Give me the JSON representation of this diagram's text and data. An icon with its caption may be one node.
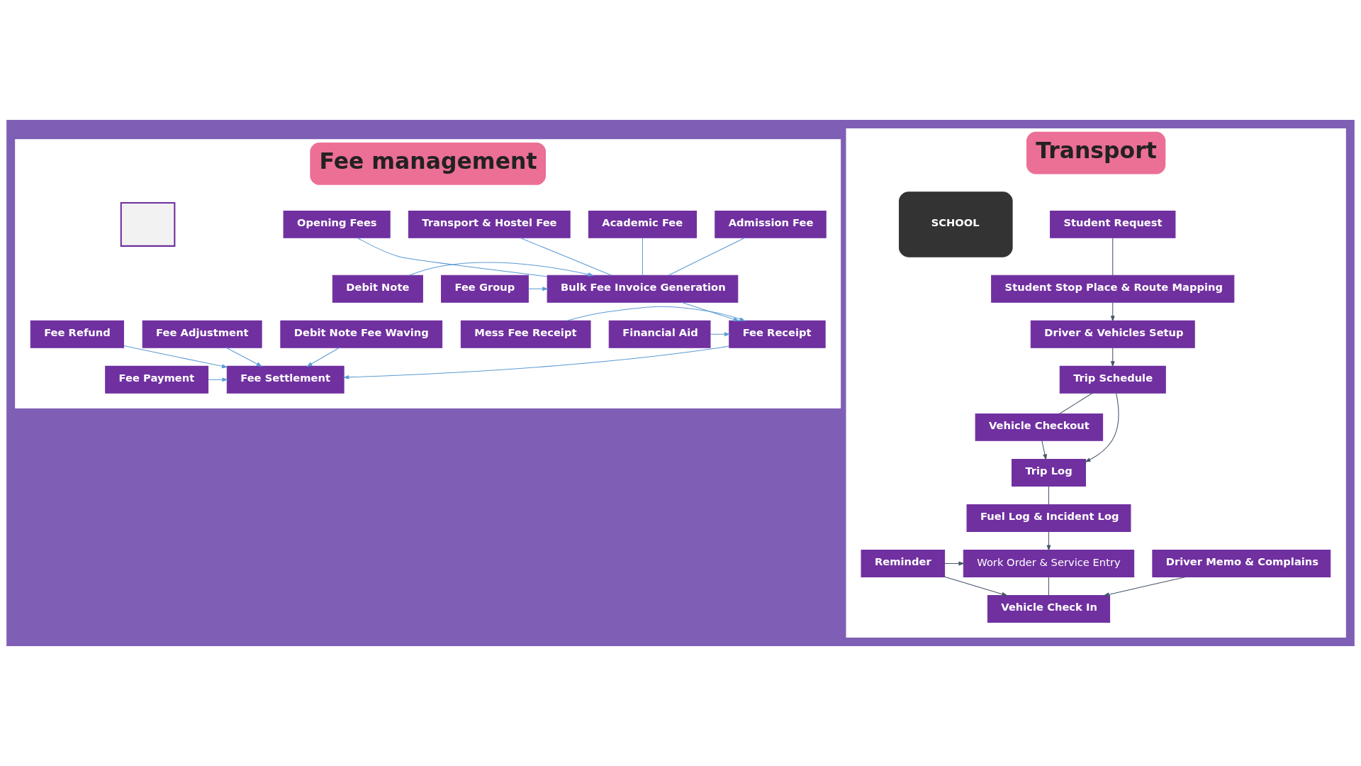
{
  "diagram": {
    "nodes": [
      {
        "text": [
          "Fee management"
        ]
      },
      {
        "text": [
          "Admission Fee"
        ],
        "in": 0
      },
      {
        "text": [
          "Academic Fee"
        ],
        "in": 0
      },
      {
        "text": [
          "Transport & Hostel Fee"
        ],
        "in": 0
      },
      {
        "text": [
          "Opening Fees"
        ],
        "in": 0
      },
      {
        "text": [
          "Fee Group"
        ],
        "in": 0
      },
      {
        "text": [
          "Bulk Fee Invoice Generation"
        ],
        "in": 0
      },
      {
        "text": [
          "Debit Note"
        ],
        "in": 0
      },
      {
        "text": [
          "Financial Aid"
        ],
        "in": 0
      },
      {
        "text": [
          "Fee Receipt"
        ],
        "in": 0
      },
      {
        "text": [
          "Mess Fee Receipt"
        ],
        "in": 0
      },
      {
        "text": [],
        "shape": "box",
        "in": 0
      },
      {
        "text": [
          "Fee Settlement"
        ],
        "in": 0
      },
      {
        "text": [
          "Fee Payment"
        ],
        "in": 0
      },
      {
        "text": [
          "Debit Note Fee Waving"
        ],
        "in": 0
      },
      {
        "text": [
          "Fee Adjustment"
        ],
        "in": 0
      },
      {
        "text": [
          "Fee Refund"
        ],
        "in": 0
      },
      {
        "text": [
          "Transport"
        ]
      },
      {
        "text": [
          "Student Request"
        ],
        "in": 17
      },
      {
        "text": [
          "SCHOOL"
        ],
        "in": 17
      },
      {
        "text": [
          "Student Stop Place & Route Mapping"
        ],
        "in": 17
      },
      {
        "text": [
          "Driver & Vehicles Setup"
        ],
        "in": 17
      },
      {
        "text": [
          "Trip Schedule"
        ],
        "in": 17
      },
      {
        "text": [
          "Vehicle Checkout"
        ],
        "in": 17
      },
      {
        "text": [
          "Trip Log"
        ],
        "in": 17
      },
      {
        "text": [
          "Fuel Log & Incident Log"
        ],
        "in": 17
      },
      {
        "text": [
          "Driver Memo & Complains"
        ],
        "in": 17
      },
      {
        "text": [
          "Work Order & Service Entry"
        ],
        "in": 17
      },
      {
        "text": [
          "Reminder"
        ],
        "in": 17
      },
      {
        "text": [
          "Vehicle Check In"
        ],
        "in": 17
      }
    ],
    "edges": [
      {
        "from": 1,
        "to": 6,
        "arrow": "none"
      },
      {
        "from": 2,
        "to": 6,
        "arrow": "none"
      },
      {
        "from": 3,
        "to": 6,
        "arrow": "none"
      },
      {
        "from": 4,
        "to": 6,
        "arrow": "none"
      },
      {
        "from": 5,
        "to": 6,
        "arrow": "to"
      },
      {
        "from": 7,
        "to": 6,
        "arrow": "to"
      },
      {
        "from": 6,
        "to": 9,
        "arrow": "to"
      },
      {
        "from": 8,
        "to": 9,
        "arrow": "to"
      },
      {
        "from": 10,
        "to": 9,
        "arrow": "to"
      },
      {
        "from": 9,
        "to": 12,
        "arrow": "to"
      },
      {
        "from": 13,
        "to": 12,
        "arrow": "to"
      },
      {
        "from": 14,
        "to": 12,
        "arrow": "to"
      },
      {
        "from": 15,
        "to": 12,
        "arrow": "to"
      },
      {
        "from": 16,
        "to": 12,
        "arrow": "to"
      },
      {
        "from": 18,
        "to": 20,
        "arrow": "none",
        "color": "#44546a"
      },
      {
        "from": 20,
        "to": 21,
        "arrow": "to",
        "color": "#44546a"
      },
      {
        "from": 21,
        "to": 22,
        "arrow": "to",
        "color": "#44546a"
      },
      {
        "from": 22,
        "to": 23,
        "arrow": "none",
        "color": "#44546a"
      },
      {
        "from": 23,
        "to": 24,
        "arrow": "to",
        "color": "#44546a"
      },
      {
        "from": 22,
        "to": 24,
        "arrow": "to",
        "color": "#44546a"
      },
      {
        "from": 24,
        "to": 25,
        "arrow": "none",
        "color": "#44546a"
      },
      {
        "from": 25,
        "to": 27,
        "arrow": "to",
        "color": "#44546a"
      },
      {
        "from": 28,
        "to": 27,
        "arrow": "to",
        "color": "#44546a"
      },
      {
        "from": 27,
        "to": 29,
        "arrow": "none",
        "color": "#44546a"
      },
      {
        "from": 26,
        "to": 29,
        "arrow": "to",
        "color": "#44546a"
      },
      {
        "from": 28,
        "to": 29,
        "arrow": "to",
        "color": "#44546a"
      }
    ]
  }
}
